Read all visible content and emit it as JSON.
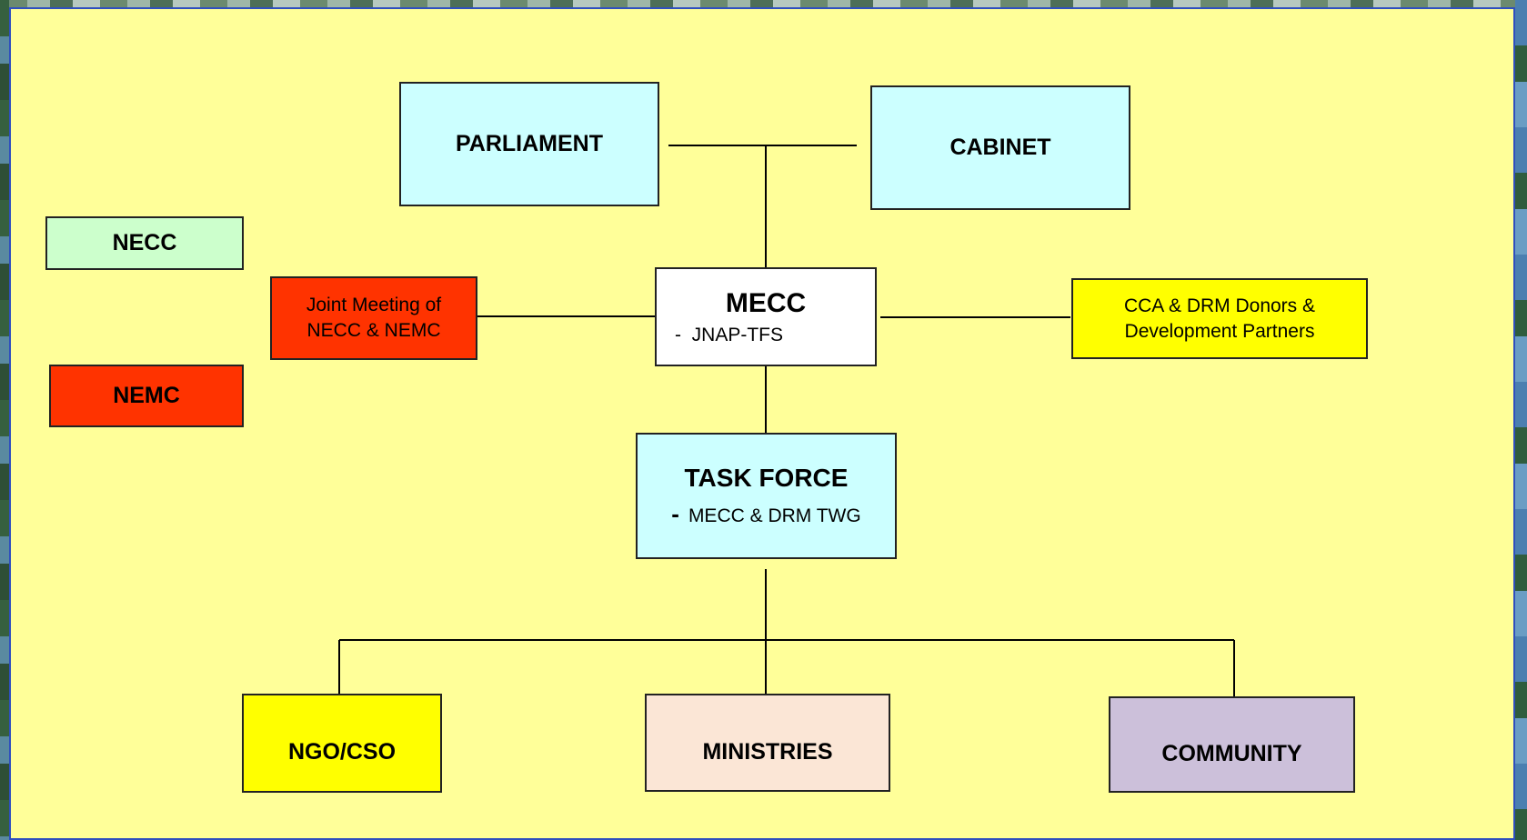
{
  "diagram": {
    "parliament": "PARLIAMENT",
    "cabinet": "CABINET",
    "necc": "NECC",
    "nemc": "NEMC",
    "joint_meeting": "Joint Meeting of NECC & NEMC",
    "mecc_title": "MECC",
    "mecc_sub": "-  JNAP-TFS",
    "donors": "CCA & DRM Donors & Development Partners",
    "task_force_title": "TASK FORCE",
    "task_force_dash": "-",
    "task_force_sub": "MECC & DRM TWG",
    "ngo": "NGO/CSO",
    "ministries": "MINISTRIES",
    "community": "COMMUNITY"
  },
  "colors": {
    "panel_bg": "#ffff99",
    "panel_border": "#2f4fbf",
    "cyan": "#ccffff",
    "mint": "#ccffcc",
    "red": "#ff3300",
    "yellow": "#ffff00",
    "peach": "#fbe6d6",
    "lilac": "#ccc0da"
  }
}
